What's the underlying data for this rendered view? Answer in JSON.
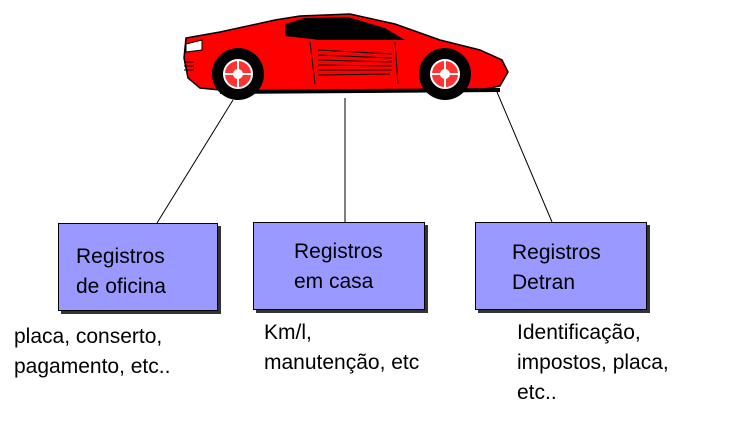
{
  "colors": {
    "box_fill": "#9999ff",
    "car_body": "#ff0000",
    "car_window": "#000000",
    "wheel": "#000000",
    "connector": "#000000"
  },
  "icons": {
    "car": "sports-car-icon"
  },
  "nodes": [
    {
      "id": "oficina",
      "lines": [
        "Registros",
        "de oficina"
      ],
      "caption": [
        "placa, conserto,",
        "pagamento, etc.."
      ]
    },
    {
      "id": "casa",
      "lines": [
        "Registros",
        "em casa"
      ],
      "caption": [
        "Km/l,",
        "manutenção, etc"
      ]
    },
    {
      "id": "detran",
      "lines": [
        "Registros",
        "Detran"
      ],
      "caption": [
        "Identificação,",
        "impostos, placa,",
        "etc.."
      ]
    }
  ]
}
